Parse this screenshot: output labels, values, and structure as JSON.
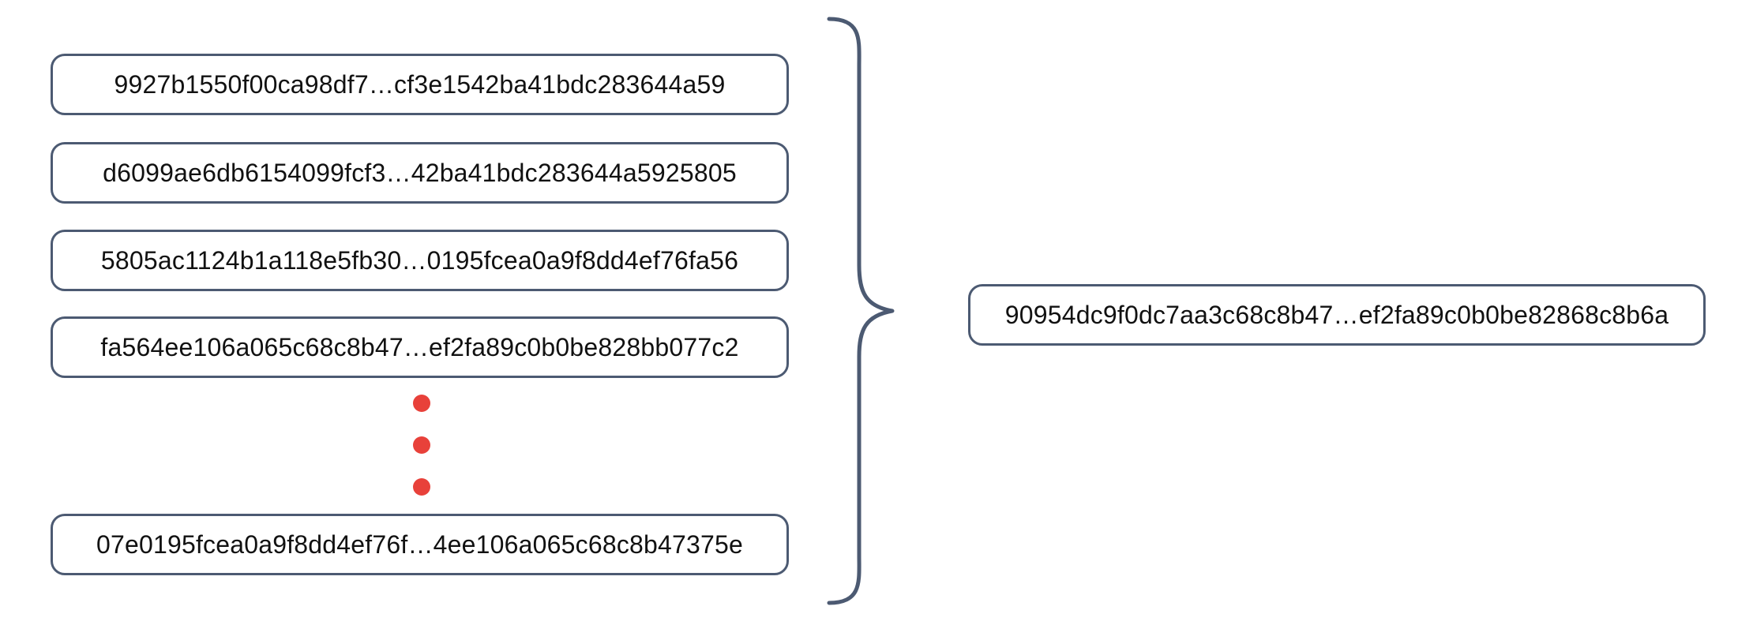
{
  "diagram": {
    "type": "hash-aggregation",
    "accent_color": "#e8413a",
    "box_border_color": "#4c5a72",
    "brace_color": "#4c5a72",
    "background_color": "#ffffff",
    "inputs": [
      {
        "hash": "9927b1550f00ca98df7…cf3e1542ba41bdc283644a59"
      },
      {
        "hash": "d6099ae6db6154099fcf3…42ba41bdc283644a5925805"
      },
      {
        "hash": "5805ac1124b1a118e5fb30…0195fcea0a9f8dd4ef76fa56"
      },
      {
        "hash": "fa564ee106a065c68c8b47…ef2fa89c0b0be828bb077c2"
      },
      {
        "hash": "07e0195fcea0a9f8dd4ef76f…4ee106a065c68c8b47375e"
      }
    ],
    "ellipsis": {
      "name": "vertical-ellipsis",
      "dot_count": 3
    },
    "output": {
      "hash": "90954dc9f0dc7aa3c68c8b47…ef2fa89c0b0be82868c8b6a"
    }
  }
}
